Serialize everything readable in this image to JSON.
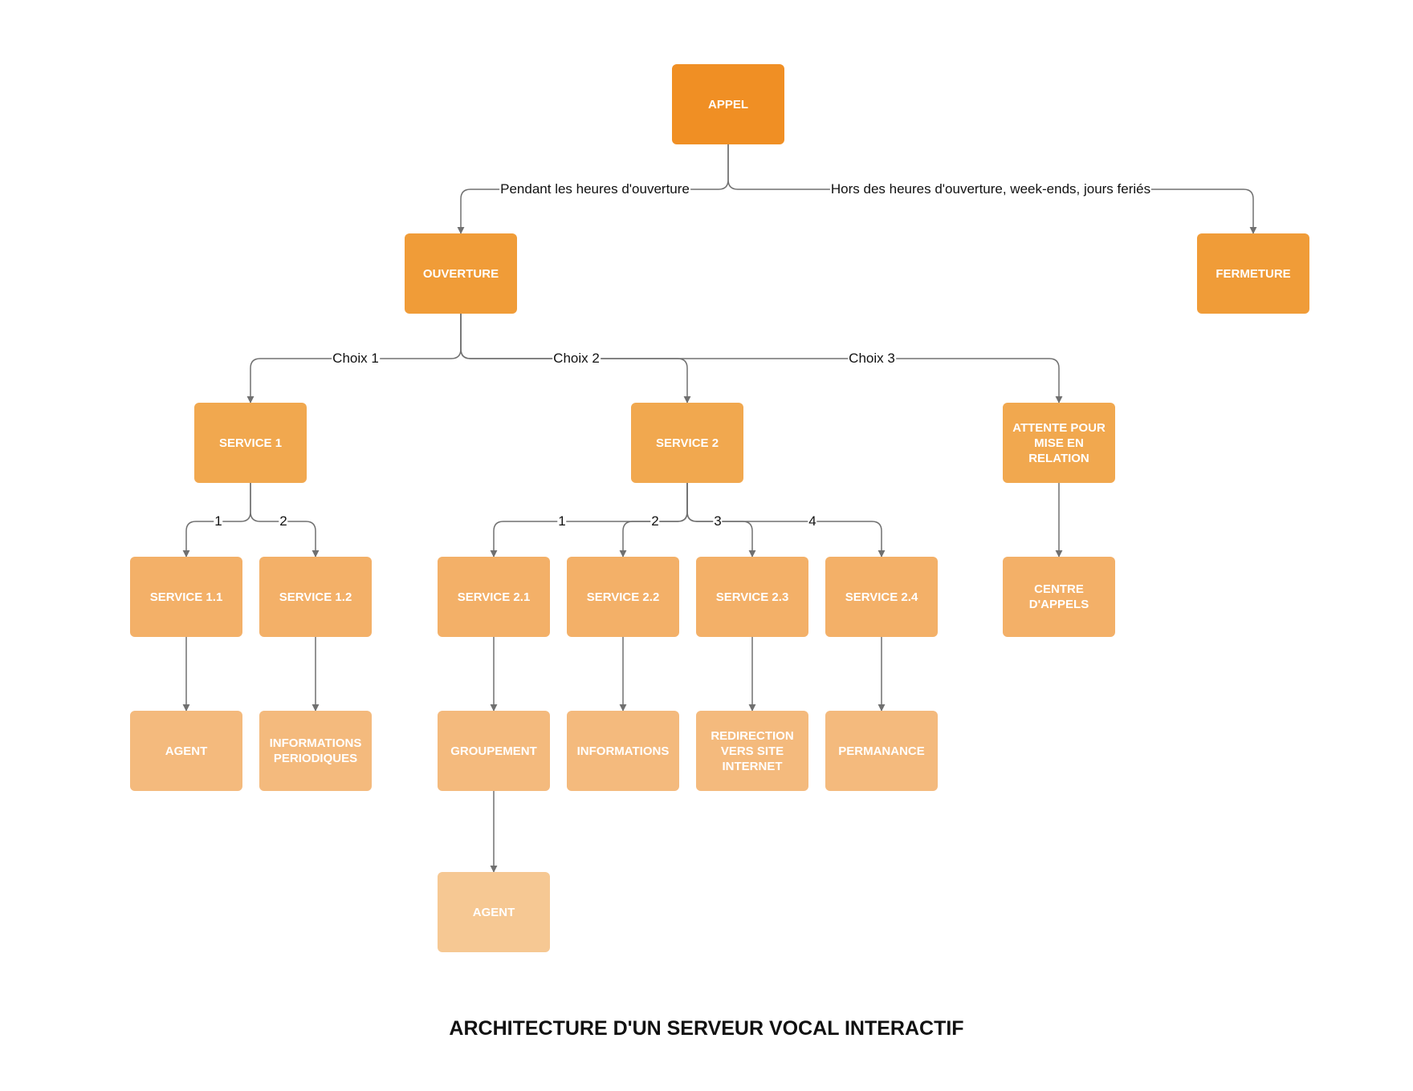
{
  "title": "ARCHITECTURE D'UN SERVEUR VOCAL INTERACTIF",
  "colors": {
    "level0": "#f08f24",
    "level1": "#f09c38",
    "level2": "#f1a84f",
    "level3": "#f3b068",
    "level4": "#f4ba7d",
    "level5": "#f6c893",
    "edge": "#707070"
  },
  "nodes": {
    "appel": {
      "label": "APPEL"
    },
    "ouverture": {
      "label": "OUVERTURE"
    },
    "fermeture": {
      "label": "FERMETURE"
    },
    "service1": {
      "label": "SERVICE 1"
    },
    "service2": {
      "label": "SERVICE 2"
    },
    "attente": {
      "label": "ATTENTE POUR MISE EN RELATION"
    },
    "service11": {
      "label": "SERVICE 1.1"
    },
    "service12": {
      "label": "SERVICE 1.2"
    },
    "service21": {
      "label": "SERVICE 2.1"
    },
    "service22": {
      "label": "SERVICE 2.2"
    },
    "service23": {
      "label": "SERVICE 2.3"
    },
    "service24": {
      "label": "SERVICE 2.4"
    },
    "centre": {
      "label": "CENTRE D'APPELS"
    },
    "agent1": {
      "label": "AGENT"
    },
    "infoper": {
      "label": "INFORMATIONS PERIODIQUES"
    },
    "groupement": {
      "label": "GROUPEMENT"
    },
    "informations": {
      "label": "INFORMATIONS"
    },
    "redirection": {
      "label": "REDIRECTION VERS SITE INTERNET"
    },
    "permanance": {
      "label": "PERMANANCE"
    },
    "agent2": {
      "label": "AGENT"
    }
  },
  "edges": [
    {
      "from": "appel",
      "to": "ouverture",
      "label": "Pendant les heures d'ouverture"
    },
    {
      "from": "appel",
      "to": "fermeture",
      "label": "Hors des heures d'ouverture, week-ends, jours feriés"
    },
    {
      "from": "ouverture",
      "to": "service1",
      "label": "Choix 1"
    },
    {
      "from": "ouverture",
      "to": "service2",
      "label": "Choix 2"
    },
    {
      "from": "ouverture",
      "to": "attente",
      "label": "Choix 3"
    },
    {
      "from": "service1",
      "to": "service11",
      "label": "1"
    },
    {
      "from": "service1",
      "to": "service12",
      "label": "2"
    },
    {
      "from": "service2",
      "to": "service21",
      "label": "1"
    },
    {
      "from": "service2",
      "to": "service22",
      "label": "2"
    },
    {
      "from": "service2",
      "to": "service23",
      "label": "3"
    },
    {
      "from": "service2",
      "to": "service24",
      "label": "4"
    },
    {
      "from": "attente",
      "to": "centre",
      "label": ""
    },
    {
      "from": "service11",
      "to": "agent1",
      "label": ""
    },
    {
      "from": "service12",
      "to": "infoper",
      "label": ""
    },
    {
      "from": "service21",
      "to": "groupement",
      "label": ""
    },
    {
      "from": "service22",
      "to": "informations",
      "label": ""
    },
    {
      "from": "service23",
      "to": "redirection",
      "label": ""
    },
    {
      "from": "service24",
      "to": "permanance",
      "label": ""
    },
    {
      "from": "groupement",
      "to": "agent2",
      "label": ""
    }
  ]
}
